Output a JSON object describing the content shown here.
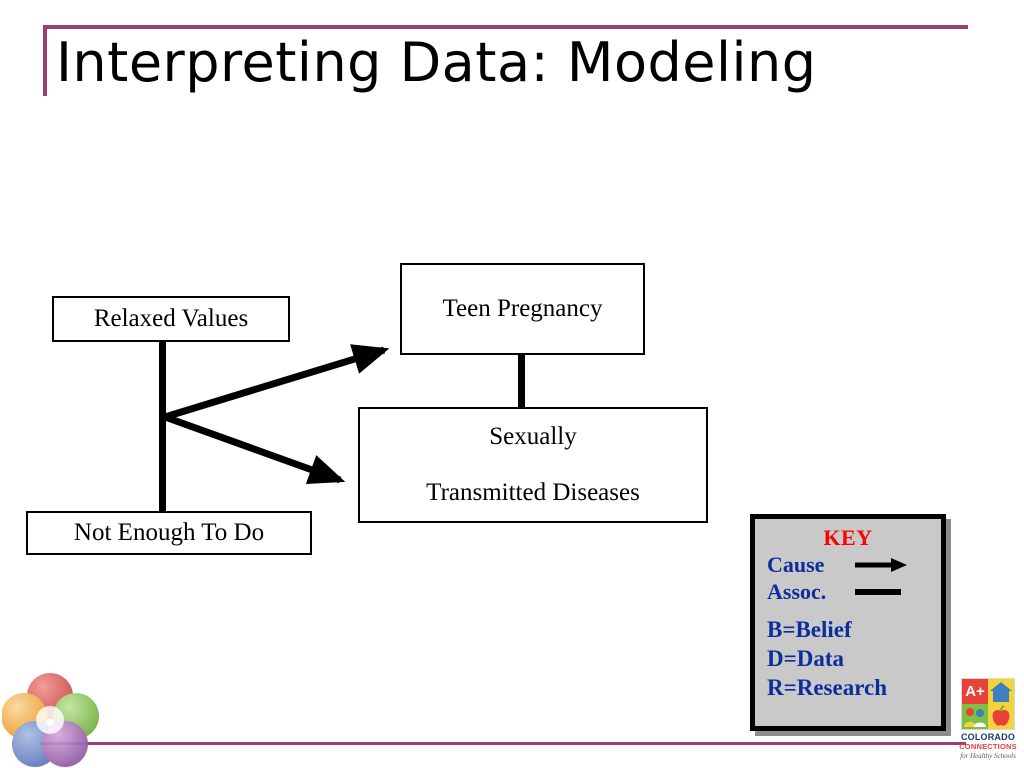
{
  "slide": {
    "title": "Interpreting Data: Modeling",
    "accent_color": "#9B3F70"
  },
  "diagram": {
    "type": "causal-model",
    "nodes": [
      {
        "id": "relaxed-values",
        "label": "Relaxed Values"
      },
      {
        "id": "not-enough-to-do",
        "label": "Not Enough To Do"
      },
      {
        "id": "teen-pregnancy",
        "label": "Teen Pregnancy"
      },
      {
        "id": "std",
        "label_line1": "Sexually",
        "label_line2": "Transmitted Diseases"
      }
    ],
    "edges": [
      {
        "from": "relaxed-values",
        "to": "not-enough-to-do",
        "kind": "assoc"
      },
      {
        "from": "junction",
        "to": "teen-pregnancy",
        "kind": "cause"
      },
      {
        "from": "junction",
        "to": "std",
        "kind": "cause"
      },
      {
        "from": "teen-pregnancy",
        "to": "std",
        "kind": "assoc"
      }
    ]
  },
  "key": {
    "title": "KEY",
    "title_color": "#FF0000",
    "text_color": "#0C2D9B",
    "background_color": "#C9C9C9",
    "rows": [
      {
        "label": "Cause",
        "glyph": "arrow-right-icon"
      },
      {
        "label": "Assoc.",
        "glyph": "line-segment-icon"
      }
    ],
    "definitions": [
      "B=Belief",
      "D=Data",
      "R=Research"
    ]
  },
  "logos": {
    "flower": {
      "name": "five-petal-flower-logo",
      "petal_colors": [
        "#D9534F",
        "#7BC043",
        "#9B59B6",
        "#5B7FC7",
        "#F0A830"
      ]
    },
    "colorado_connections": {
      "name": "colorado-connections-logo",
      "tiles": [
        {
          "name": "a-plus-tile",
          "text": "A+",
          "color": "#E8413A"
        },
        {
          "name": "house-tile",
          "text": "",
          "color": "#F2D33C"
        },
        {
          "name": "people-tile",
          "text": "",
          "color": "#7BC043"
        },
        {
          "name": "apple-tile",
          "text": "",
          "color": "#F2D33C"
        }
      ],
      "wordmark_line1": "COLORADO",
      "wordmark_line2": "CONNECTIONS",
      "tagline": "for Healthy Schools"
    }
  }
}
